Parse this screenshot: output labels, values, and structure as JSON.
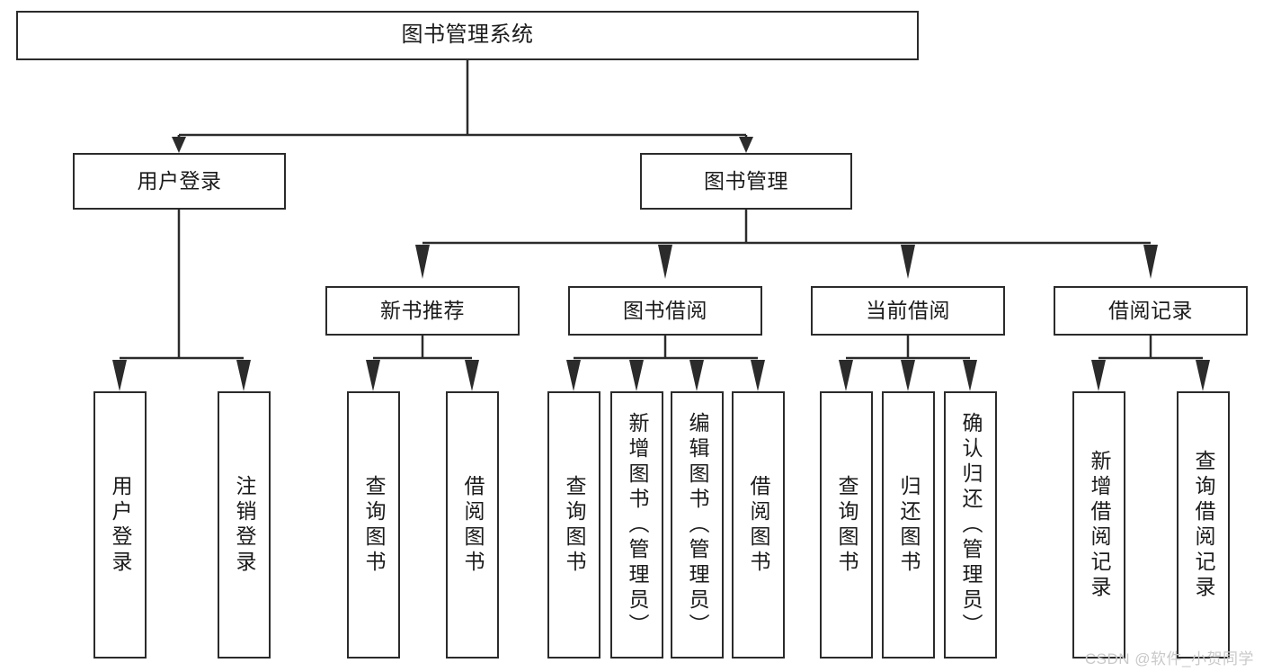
{
  "diagram": {
    "type": "tree-hierarchy",
    "orientation": "top-down",
    "root": {
      "label": "图书管理系统"
    },
    "level2": [
      {
        "label": "用户登录"
      },
      {
        "label": "图书管理"
      }
    ],
    "level3": [
      {
        "label": "新书推荐"
      },
      {
        "label": "图书借阅"
      },
      {
        "label": "当前借阅"
      },
      {
        "label": "借阅记录"
      }
    ],
    "leaves": {
      "user_login": [
        {
          "label": "用户登录"
        },
        {
          "label": "注销登录"
        }
      ],
      "new_book_recommend": [
        {
          "label": "查询图书"
        },
        {
          "label": "借阅图书"
        }
      ],
      "book_borrow": [
        {
          "label": "查询图书"
        },
        {
          "label": "新增图书（管理员）"
        },
        {
          "label": "编辑图书（管理员）"
        },
        {
          "label": "借阅图书"
        }
      ],
      "current_borrow": [
        {
          "label": "查询图书"
        },
        {
          "label": "归还图书"
        },
        {
          "label": "确认归还（管理员）"
        }
      ],
      "borrow_record": [
        {
          "label": "新增借阅记录"
        },
        {
          "label": "查询借阅记录"
        }
      ]
    }
  },
  "watermark": {
    "text": "CSDN @软件_小贺同学"
  },
  "colors": {
    "stroke": "#2b2b2b",
    "box_fill": "#ffffff",
    "text": "#1b1b1b",
    "watermark": "#c9c9c9",
    "background": "#ffffff"
  }
}
